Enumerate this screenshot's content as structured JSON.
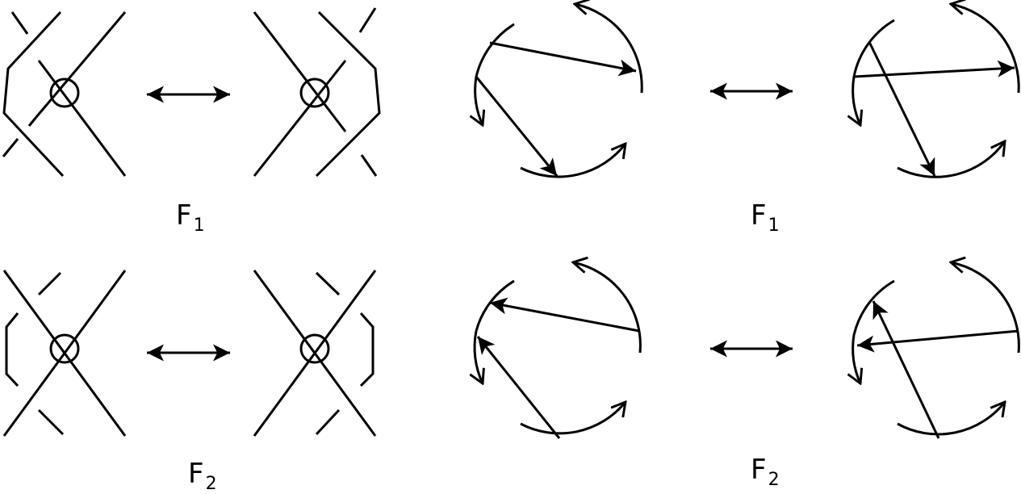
{
  "labels": {
    "top_left": {
      "base": "F",
      "sub": "1"
    },
    "top_right": {
      "base": "F",
      "sub": "1"
    },
    "bottom_left": {
      "base": "F",
      "sub": "2"
    },
    "bottom_right": {
      "base": "F",
      "sub": "2"
    }
  },
  "colors": {
    "ink": "#000000",
    "background": "#ffffff"
  },
  "icons": {
    "equivalence_arrow": "double-headed-arrow-icon",
    "virtual_crossing": "circled-crossing-icon"
  }
}
